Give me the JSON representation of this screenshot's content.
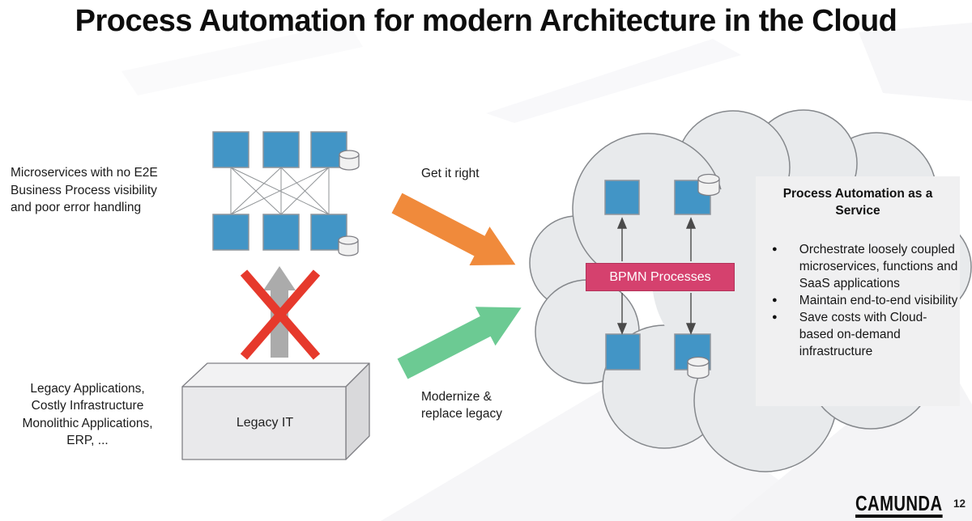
{
  "title": "Process Automation for modern Architecture in the Cloud",
  "labels": {
    "microservices_caption": "Microservices with no E2E\nBusiness Process visibility\nand poor error handling",
    "legacy_caption": "Legacy Applications,\nCostly Infrastructure\nMonolithic Applications,\nERP, ...",
    "get_it_right": "Get it right",
    "modernize": "Modernize &\nreplace legacy",
    "legacy_it": "Legacy IT",
    "bpmn_processes": "BPMN Processes"
  },
  "panel": {
    "title": "Process Automation as a Service",
    "bullet_glyph": "●",
    "bullets": [
      "Orchestrate loosely coupled microservices, functions and SaaS applications",
      "Maintain end-to-end visibility",
      "Save costs with Cloud-based on-demand infrastructure"
    ]
  },
  "footer": {
    "logo": "CAMUNDA",
    "page_number": "12"
  },
  "icons": {
    "database": "cylinder-shape",
    "blocked": "red-cross",
    "bullet": "●"
  },
  "colors": {
    "service_blue": "#4295c6",
    "bpmn_pink": "#d5416e",
    "arrow_orange": "#f08a3b",
    "arrow_green": "#6cca93",
    "arrow_gray": "#ababab",
    "cross_red": "#e6392c",
    "cloud_gray": "#e8eaec",
    "panel_gray": "#f0f0f1"
  }
}
